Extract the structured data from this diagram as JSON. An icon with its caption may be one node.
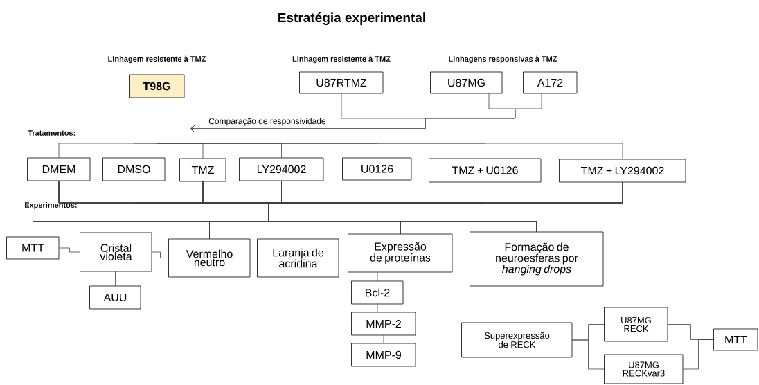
{
  "diagram": {
    "title": "Estratégia experimental",
    "nodes": [
      {
        "text": [
          "Linhagem resistente à TMZ",
          "T98G"
        ]
      },
      {
        "text": [
          "Linhagem resistente à TMZ",
          "U87RTMZ"
        ]
      },
      {
        "text": [
          "U87MG"
        ]
      },
      {
        "text": [
          "A172"
        ]
      },
      {
        "text": [
          "DMEM"
        ]
      },
      {
        "text": [
          "DMSO"
        ]
      },
      {
        "text": [
          "TMZ"
        ]
      },
      {
        "text": [
          "LY294002"
        ]
      },
      {
        "text": [
          "U0126"
        ]
      },
      {
        "text": [
          "TMZ + U0126"
        ]
      },
      {
        "text": [
          "TMZ + LY294002"
        ]
      },
      {
        "text": [
          "MTT"
        ]
      },
      {
        "text": [
          "Cristal violeta"
        ]
      },
      {
        "text": [
          "Vermelho neutro"
        ]
      },
      {
        "text": [
          "Laranja de acridina"
        ]
      },
      {
        "text": [
          "Expressão de proteínas"
        ]
      },
      {
        "text": [
          "Formação de neuroesferas por *hanging drops*"
        ]
      },
      {
        "text": [
          "AUU"
        ]
      },
      {
        "text": [
          "Bcl-2"
        ]
      },
      {
        "text": [
          "MMP-2"
        ]
      },
      {
        "text": [
          "MMP-9"
        ]
      },
      {
        "text": [
          "Superexpressão de RECK"
        ]
      },
      {
        "text": [
          "U87MG RECK"
        ]
      },
      {
        "text": [
          "U87MG RECKvar3"
        ]
      },
      {
        "text": [
          "MTT"
        ]
      }
    ],
    "edges": [
      {
        "from": 1,
        "to": null,
        "arrow": "to",
        "label": "Comparação de responsividade"
      },
      {
        "from": 2,
        "to": null,
        "arrow": "to"
      },
      {
        "from": 3,
        "to": null,
        "arrow": "to"
      },
      {
        "from": 0,
        "to": 4,
        "arrow": "none"
      },
      {
        "from": 0,
        "to": 5,
        "arrow": "none"
      },
      {
        "from": 0,
        "to": 6,
        "arrow": "none"
      },
      {
        "from": 0,
        "to": 7,
        "arrow": "none"
      },
      {
        "from": 0,
        "to": 8,
        "arrow": "none"
      },
      {
        "from": 0,
        "to": 9,
        "arrow": "none"
      },
      {
        "from": 0,
        "to": 10,
        "arrow": "none"
      },
      {
        "from": 4,
        "to": 11,
        "arrow": "none"
      },
      {
        "from": 4,
        "to": 12,
        "arrow": "none"
      },
      {
        "from": 4,
        "to": 13,
        "arrow": "none"
      },
      {
        "from": 4,
        "to": 14,
        "arrow": "none"
      },
      {
        "from": 4,
        "to": 15,
        "arrow": "none"
      },
      {
        "from": 4,
        "to": 16,
        "arrow": "none"
      },
      {
        "from": 5,
        "to": 11,
        "arrow": "none"
      },
      {
        "from": 5,
        "to": 12,
        "arrow": "none"
      },
      {
        "from": 5,
        "to": 13,
        "arrow": "none"
      },
      {
        "from": 5,
        "to": 14,
        "arrow": "none"
      },
      {
        "from": 5,
        "to": 15,
        "arrow": "none"
      },
      {
        "from": 5,
        "to": 16,
        "arrow": "none"
      },
      {
        "from": 6,
        "to": 11,
        "arrow": "none"
      },
      {
        "from": 6,
        "to": 12,
        "arrow": "none"
      },
      {
        "from": 6,
        "to": 13,
        "arrow": "none"
      },
      {
        "from": 6,
        "to": 14,
        "arrow": "none"
      },
      {
        "from": 6,
        "to": 15,
        "arrow": "none"
      },
      {
        "from": 6,
        "to": 16,
        "arrow": "none"
      },
      {
        "from": 7,
        "to": 11,
        "arrow": "none"
      },
      {
        "from": 7,
        "to": 12,
        "arrow": "none"
      },
      {
        "from": 7,
        "to": 13,
        "arrow": "none"
      },
      {
        "from": 7,
        "to": 14,
        "arrow": "none"
      },
      {
        "from": 7,
        "to": 15,
        "arrow": "none"
      },
      {
        "from": 7,
        "to": 16,
        "arrow": "none"
      },
      {
        "from": 8,
        "to": 11,
        "arrow": "none"
      },
      {
        "from": 8,
        "to": 12,
        "arrow": "none"
      },
      {
        "from": 8,
        "to": 13,
        "arrow": "none"
      },
      {
        "from": 8,
        "to": 14,
        "arrow": "none"
      },
      {
        "from": 8,
        "to": 15,
        "arrow": "none"
      },
      {
        "from": 8,
        "to": 16,
        "arrow": "none"
      },
      {
        "from": 9,
        "to": 11,
        "arrow": "none"
      },
      {
        "from": 9,
        "to": 12,
        "arrow": "none"
      },
      {
        "from": 9,
        "to": 13,
        "arrow": "none"
      },
      {
        "from": 9,
        "to": 14,
        "arrow": "none"
      },
      {
        "from": 9,
        "to": 15,
        "arrow": "none"
      },
      {
        "from": 9,
        "to": 16,
        "arrow": "none"
      },
      {
        "from": 10,
        "to": 11,
        "arrow": "none"
      },
      {
        "from": 10,
        "to": 12,
        "arrow": "none"
      },
      {
        "from": 10,
        "to": 13,
        "arrow": "none"
      },
      {
        "from": 10,
        "to": 14,
        "arrow": "none"
      },
      {
        "from": 10,
        "to": 15,
        "arrow": "none"
      },
      {
        "from": 10,
        "to": 16,
        "arrow": "none"
      },
      {
        "from": 11,
        "to": 12,
        "arrow": "none"
      },
      {
        "from": 12,
        "to": 13,
        "arrow": "none"
      },
      {
        "from": 12,
        "to": 17,
        "arrow": "none"
      },
      {
        "from": 15,
        "to": 18,
        "arrow": "none"
      },
      {
        "from": 18,
        "to": 19,
        "arrow": "none"
      },
      {
        "from": 19,
        "to": 20,
        "arrow": "none"
      },
      {
        "from": 21,
        "to": 22,
        "arrow": "none"
      },
      {
        "from": 21,
        "to": 23,
        "arrow": "none"
      },
      {
        "from": 22,
        "to": 24,
        "arrow": "none"
      },
      {
        "from": 23,
        "to": 24,
        "arrow": "none"
      }
    ],
    "labels": [
      "Linhagens responsivas à TMZ",
      "Tratamentos:",
      "Experimentos:"
    ]
  }
}
